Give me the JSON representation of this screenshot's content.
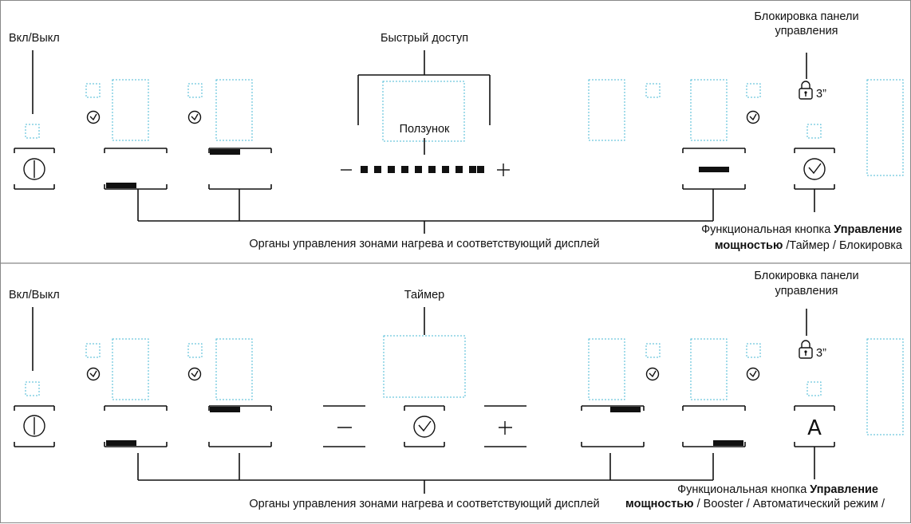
{
  "panel_top": {
    "on_off_label": "Вкл/Выкл",
    "quick_access_label": "Быстрый доступ",
    "slider_label": "Ползунок",
    "lock_label_line1": "Блокировка панели",
    "lock_label_line2": "управления",
    "lock_time": "3”",
    "zones_label": "Органы управления зонами нагрева и соответствующий дисплей",
    "function_label_prefix": "Функциональная кнопка ",
    "function_label_bold1": "Управление",
    "function_label_bold2": "мощностью",
    "function_label_suffix": " /Таймер / Блокировка",
    "minus": "–",
    "plus": "+"
  },
  "panel_bottom": {
    "on_off_label": "Вкл/Выкл",
    "timer_label": "Таймер",
    "lock_label_line1": "Блокировка панели",
    "lock_label_line2": "управления",
    "lock_time": "3”",
    "zones_label": "Органы управления зонами нагрева и соответствующий дисплей",
    "function_label_prefix": "Функциональная кнопка ",
    "function_label_bold1": "Управление",
    "function_label_bold2": "мощностью",
    "function_label_suffix": " / Booster / Автоматический режим /",
    "auto_symbol": "A",
    "minus": "–",
    "plus": "+"
  },
  "icons": [
    "power-icon",
    "clock-icon",
    "lock-icon",
    "minus-icon",
    "plus-icon",
    "auto-mode-icon"
  ],
  "colors": {
    "display_outline": "#49b8d6",
    "lines": "#111111"
  }
}
